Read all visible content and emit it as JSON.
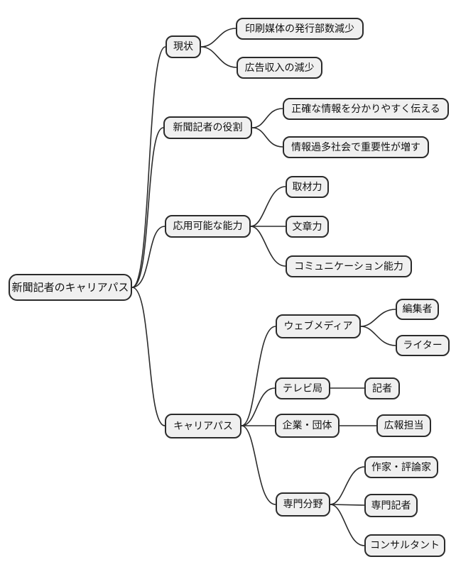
{
  "diagram": {
    "type": "mindmap",
    "title": "新聞記者のキャリアパス",
    "background_color": "#ffffff",
    "node_fill_color": "#f0f0f0",
    "node_border_color": "#2b2b2b",
    "connector_color": "#2b2b2b",
    "text_color": "#111111"
  },
  "tree": {
    "label": "新聞記者のキャリアパス",
    "children": [
      {
        "label": "現状",
        "children": [
          {
            "label": "印刷媒体の発行部数減少"
          },
          {
            "label": "広告収入の減少"
          }
        ]
      },
      {
        "label": "新聞記者の役割",
        "children": [
          {
            "label": "正確な情報を分かりやすく伝える"
          },
          {
            "label": "情報過多社会で重要性が増す"
          }
        ]
      },
      {
        "label": "応用可能な能力",
        "children": [
          {
            "label": "取材力"
          },
          {
            "label": "文章力"
          },
          {
            "label": "コミュニケーション能力"
          }
        ]
      },
      {
        "label": "キャリアパス",
        "children": [
          {
            "label": "ウェブメディア",
            "children": [
              {
                "label": "編集者"
              },
              {
                "label": "ライター"
              }
            ]
          },
          {
            "label": "テレビ局",
            "children": [
              {
                "label": "記者"
              }
            ]
          },
          {
            "label": "企業・団体",
            "children": [
              {
                "label": "広報担当"
              }
            ]
          },
          {
            "label": "専門分野",
            "children": [
              {
                "label": "作家・評論家"
              },
              {
                "label": "専門記者"
              },
              {
                "label": "コンサルタント"
              }
            ]
          }
        ]
      }
    ]
  }
}
